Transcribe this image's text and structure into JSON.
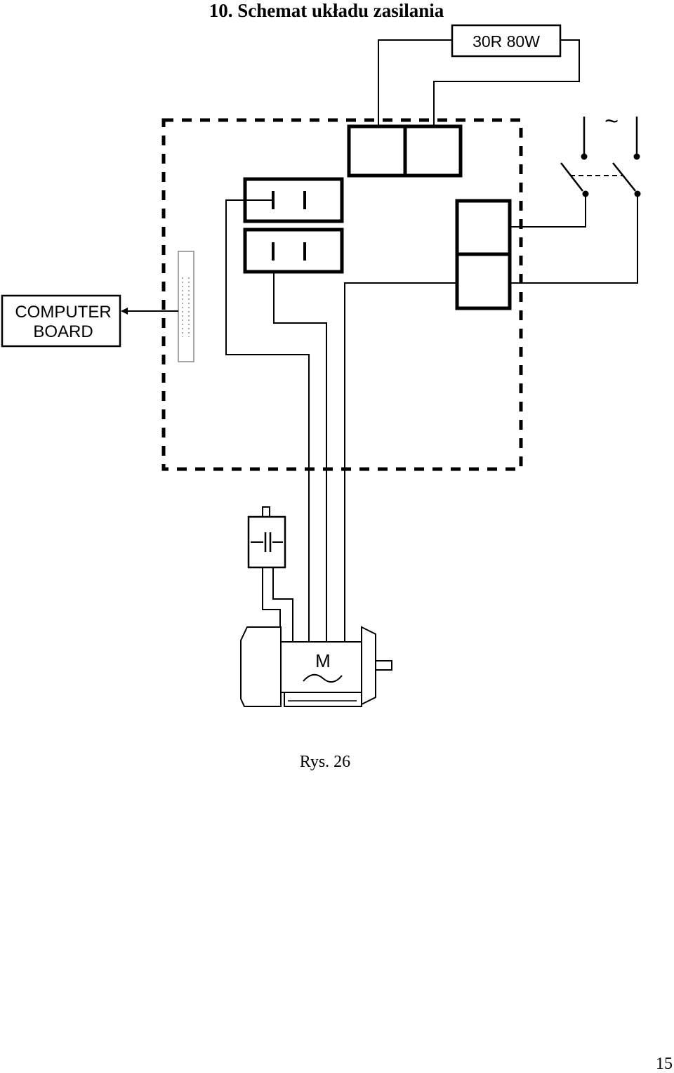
{
  "title": "10. Schemat układu zasilania",
  "diagram": {
    "resistor_label": "30R 80W",
    "computer_board_line1": "COMPUTER",
    "computer_board_line2": "BOARD",
    "motor_label": "M",
    "ac_symbol": "~"
  },
  "caption": "Rys. 26",
  "page_number": "15"
}
